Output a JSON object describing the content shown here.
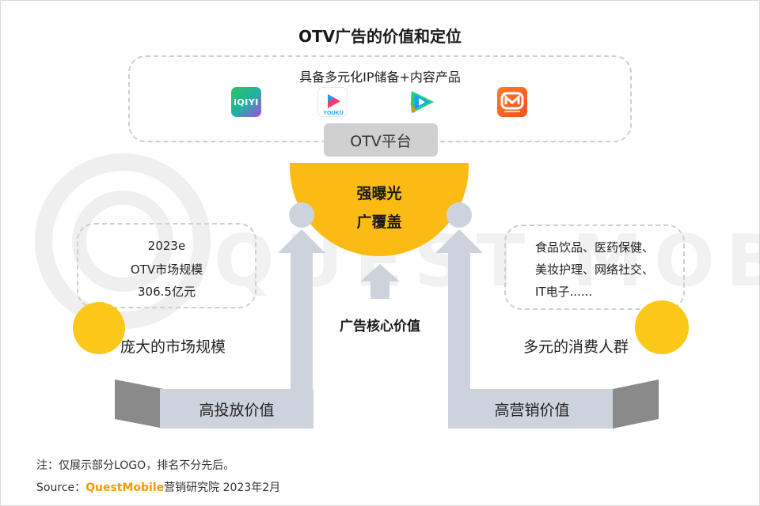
{
  "title": "OTV广告的价值和定位",
  "ip_caption": "具备多元化IP储备+内容产品",
  "logos": [
    {
      "name": "iqiyi",
      "text": "iQIYI",
      "colors": [
        "#2ec45a",
        "#a64ce0"
      ]
    },
    {
      "name": "youku",
      "text": "YOUKU",
      "colors": [
        "#1ea0f0",
        "#ff3a6e"
      ]
    },
    {
      "name": "tencent-video",
      "colors": [
        "#1fd17c",
        "#1b9cf7",
        "#ff8a00"
      ]
    },
    {
      "name": "mango-tv",
      "colors": [
        "#ff7a2a"
      ]
    }
  ],
  "platform_label": "OTV平台",
  "center": {
    "line1": "强曝光",
    "line2": "广覆盖",
    "color": "#fbbb12"
  },
  "left_box": {
    "line1": "2023e",
    "line2": "OTV市场规模",
    "line3": "306.5亿元"
  },
  "right_box": {
    "line1": "食品饮品、医药保健、",
    "line2": "美妆护理、网络社交、",
    "line3": "IT电子......"
  },
  "left_label": "庞大的市场规模",
  "right_label": "多元的消费人群",
  "core_label": "广告核心价值",
  "left_bar": "高投放价值",
  "right_bar": "高营销价值",
  "note": "注：仅展示部分LOGO，排名不分先后。",
  "source_prefix": "Source：",
  "source_brand": "QuestMobile",
  "source_suffix": "营销研究院 2023年2月",
  "watermark": "QUEST MOBILE",
  "colors": {
    "accent": "#fbbb12",
    "arrow": "#cdd3dd",
    "platform": "#d0d0d0",
    "brand": "#f39a00"
  }
}
